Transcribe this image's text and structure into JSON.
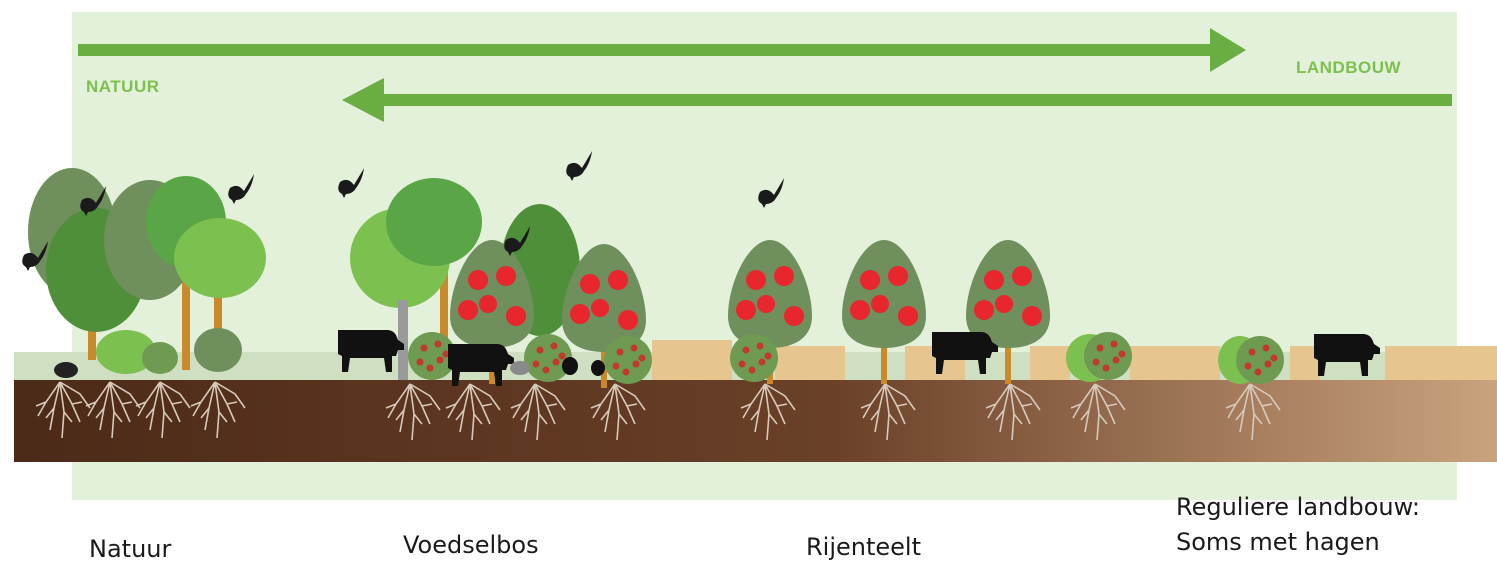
{
  "labels": {
    "left_heading": "NATUUR",
    "right_heading": "LANDBOUW"
  },
  "captions": {
    "natuur": "Natuur",
    "voedselbos": "Voedselbos",
    "rijenteelt": "Rijenteelt",
    "regulier_line1": "Reguliere landbouw:",
    "regulier_line2": "Soms met hagen"
  },
  "colors": {
    "panel": "#e3f0da",
    "arrow": "#6aad43",
    "heading": "#7cc04f",
    "soil_dark": "#4b2a17",
    "soil_light": "#c9a27e",
    "fruit": "#e8262e"
  }
}
